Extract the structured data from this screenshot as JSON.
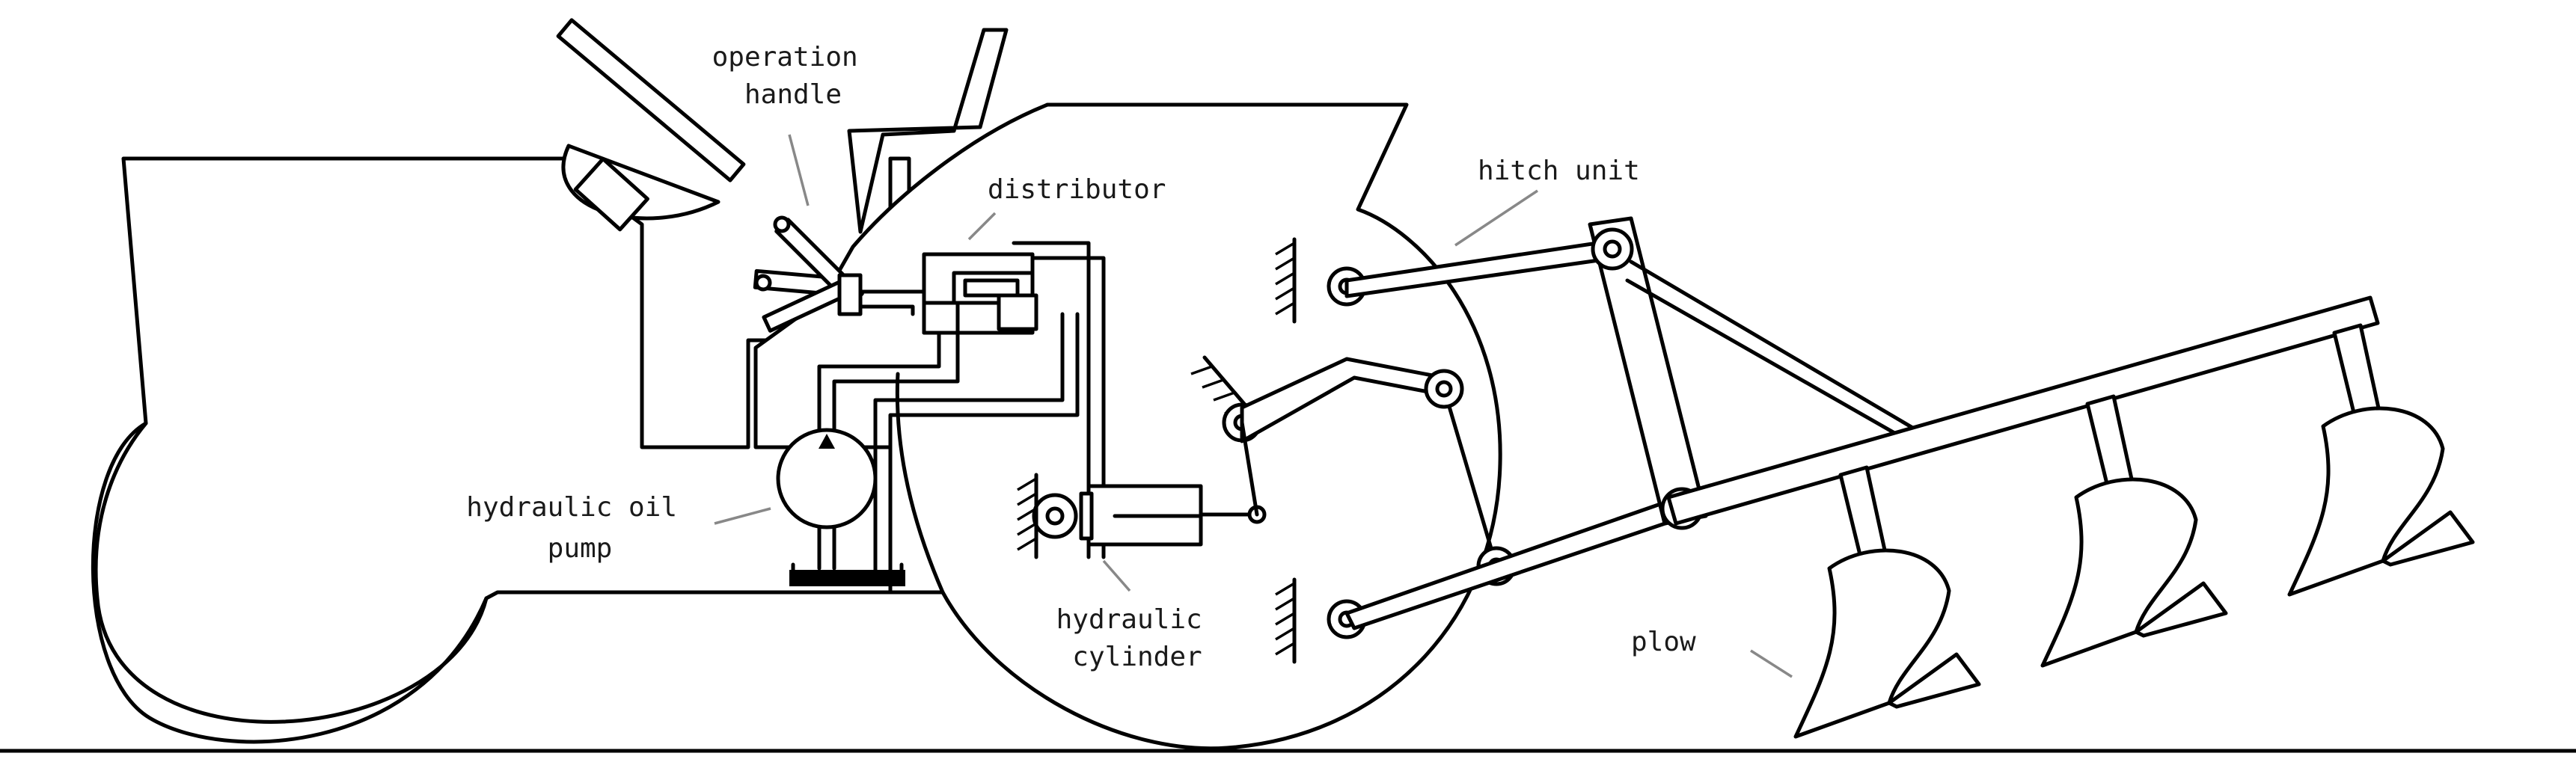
{
  "labels": {
    "operation_handle": [
      "operation",
      "handle"
    ],
    "distributor": "distributor",
    "hitch_unit": "hitch unit",
    "hydraulic_oil_pump": [
      "hydraulic oil",
      "pump"
    ],
    "hydraulic_cylinder": [
      "hydraulic",
      "cylinder"
    ],
    "plow": "plow"
  },
  "colors": {
    "line": "#000000",
    "leader": "#888888",
    "background": "#ffffff"
  }
}
